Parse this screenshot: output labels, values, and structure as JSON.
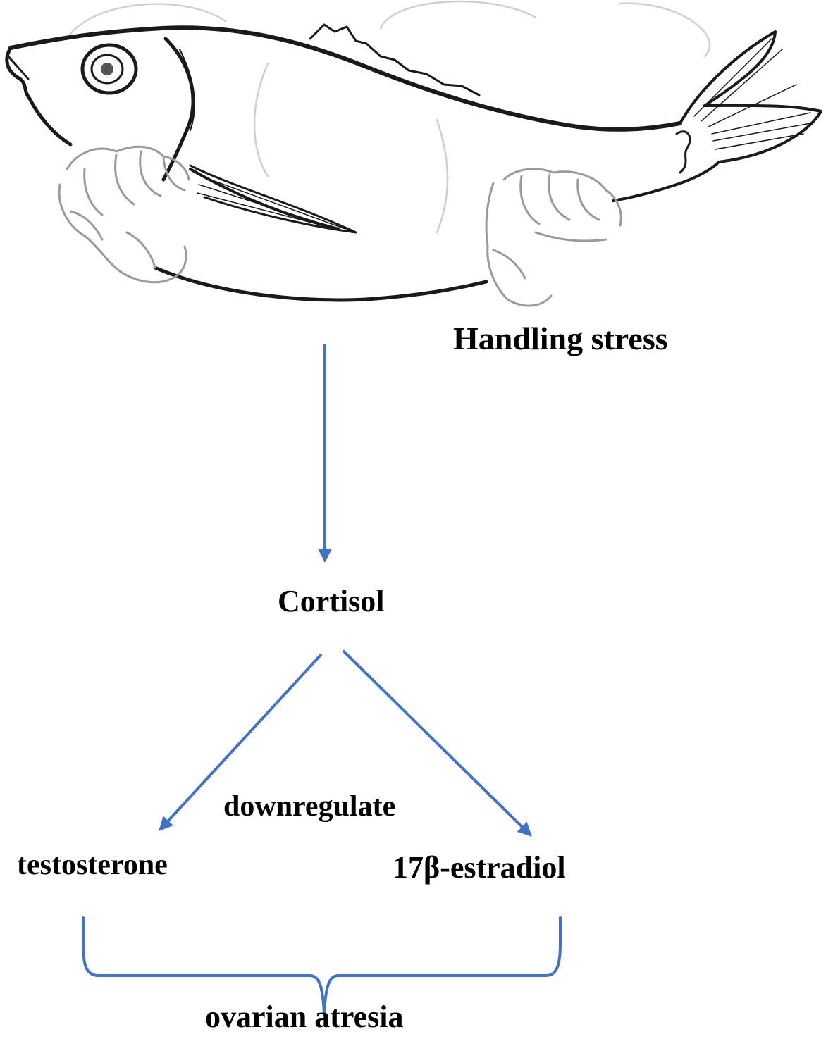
{
  "labels": {
    "stressor": "Handling stress",
    "hormone": "Cortisol",
    "effect": "downregulate",
    "target_left": "testosterone",
    "target_right": "17β-estradiol",
    "outcome": "ovarian atresia"
  },
  "colors": {
    "arrow": "#4472C4",
    "text": "#000000",
    "sketch": "#1a1a1a",
    "sketch_faint": "#c8c8c8"
  },
  "illustration": {
    "icon": "fish-held-in-hands-icon"
  }
}
